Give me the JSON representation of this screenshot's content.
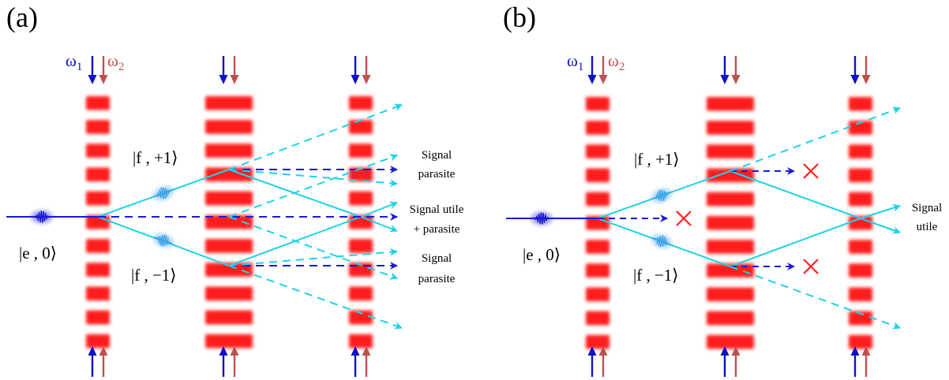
{
  "colors": {
    "beam_red": "#ff1a1a",
    "omega1_blue": "#1010c8",
    "omega2_red": "#c05050",
    "path_cyan": "#1ed2e6",
    "dashed_blue": "#1a1ad0",
    "cross_red": "#ff2020"
  },
  "icons": {
    "wave_packet": "atomic-wave-packet-icon",
    "cross": "blocked-cross-icon",
    "arrow": "laser-arrow-icon"
  },
  "panels": [
    {
      "id": "a",
      "label": "(a)",
      "omega1": {
        "symbol": "ω",
        "sub": "1"
      },
      "omega2": {
        "symbol": "ω",
        "sub": "2"
      },
      "state_in": "|e , 0⟩",
      "state_up": "|f , +1⟩",
      "state_down": "|f , −1⟩",
      "annotations": [
        [
          "Signal",
          "parasite"
        ],
        [
          "Signal utile",
          "+ parasite"
        ],
        [
          "Signal",
          "parasite"
        ]
      ]
    },
    {
      "id": "b",
      "label": "(b)",
      "omega1": {
        "symbol": "ω",
        "sub": "1"
      },
      "omega2": {
        "symbol": "ω",
        "sub": "2"
      },
      "state_in": "|e , 0⟩",
      "state_up": "|f , +1⟩",
      "state_down": "|f , −1⟩",
      "annotations": [
        [
          "Signal",
          "utile"
        ]
      ]
    }
  ]
}
